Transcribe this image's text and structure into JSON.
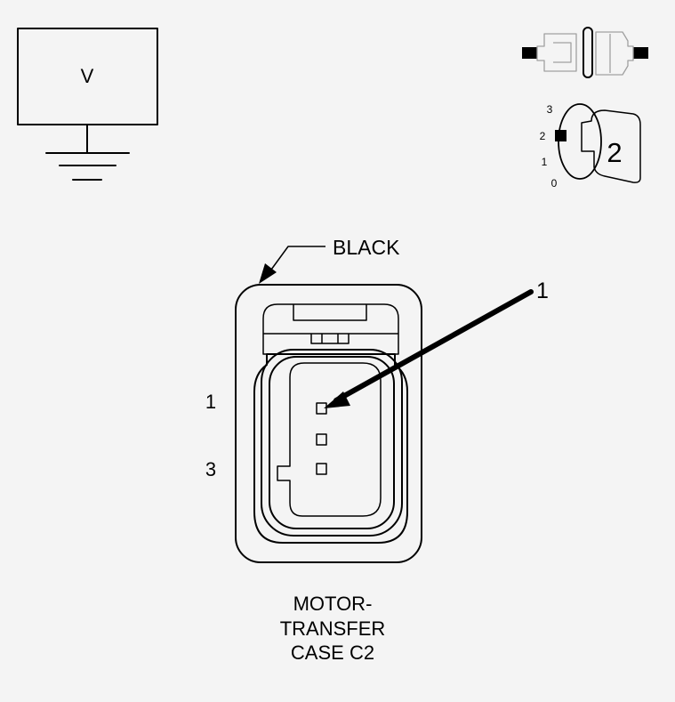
{
  "voltage_symbol": {
    "label": "V"
  },
  "connector_view_icon": {},
  "key_switch": {
    "position_labels": [
      "3",
      "2",
      "1",
      "0"
    ],
    "key_label": "2"
  },
  "connector": {
    "color_label": "BLACK",
    "callout_label": "1",
    "side_labels": [
      "1",
      "3"
    ],
    "caption_lines": [
      "MOTOR-",
      "TRANSFER",
      "CASE C2"
    ]
  }
}
